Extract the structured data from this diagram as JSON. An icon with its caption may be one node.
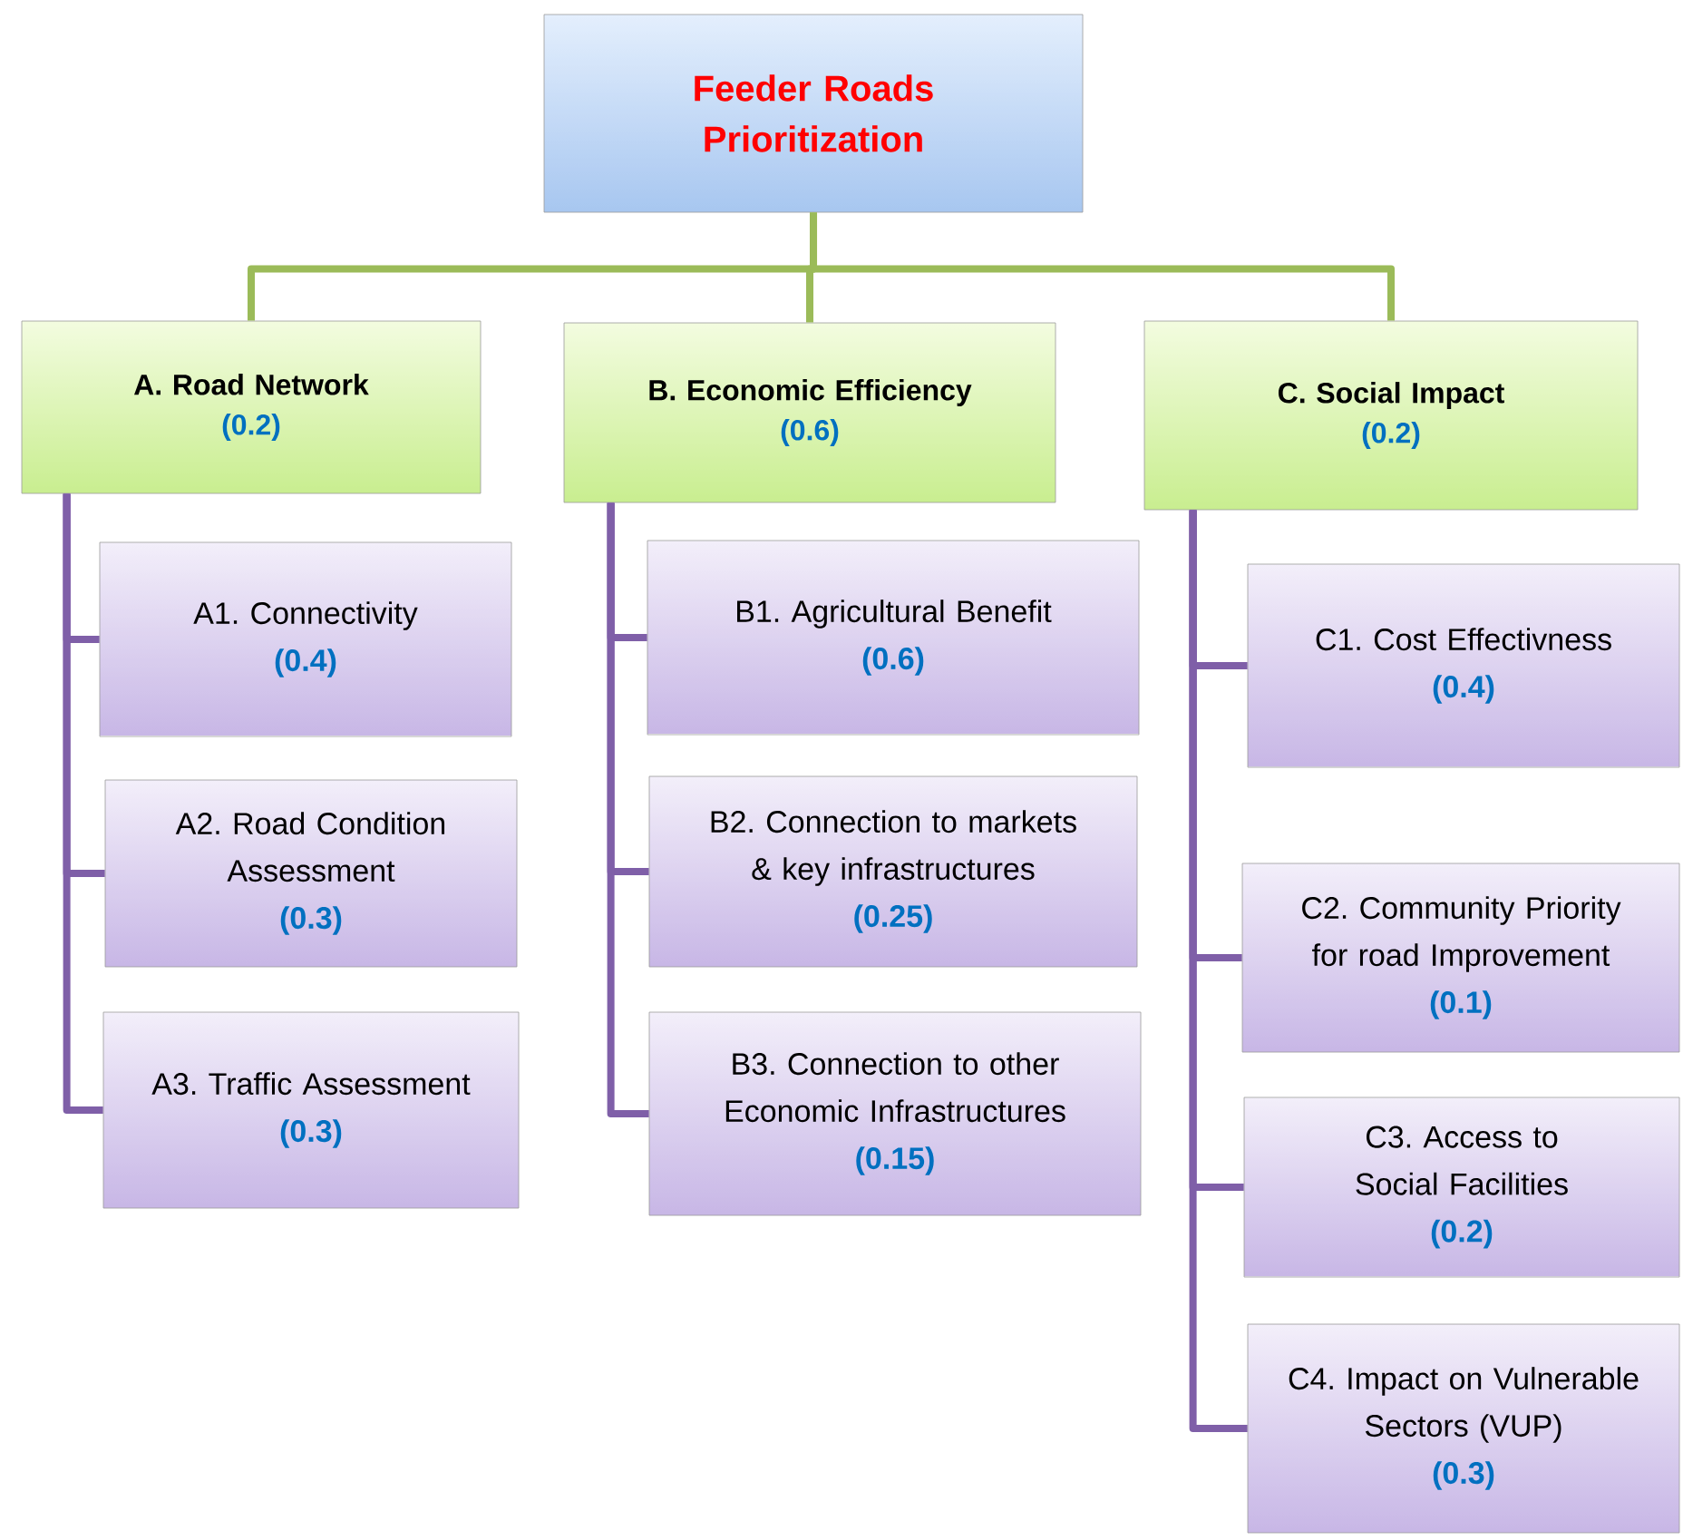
{
  "diagram": {
    "nodes": [
      {
        "text": [
          "Feeder Roads Prioritization"
        ]
      },
      {
        "text": [
          "A. Road Network",
          "(0.2)"
        ]
      },
      {
        "text": [
          "B. Economic Efficiency",
          "(0.6)"
        ]
      },
      {
        "text": [
          "C. Social Impact",
          "(0.2)"
        ]
      },
      {
        "text": [
          "A1. Connectivity",
          "(0.4)"
        ]
      },
      {
        "text": [
          "A2. Road Condition Assessment",
          "(0.3)"
        ]
      },
      {
        "text": [
          "A3. Traffic Assessment",
          "(0.3)"
        ]
      },
      {
        "text": [
          "B1. Agricultural Benefit",
          "(0.6)"
        ]
      },
      {
        "text": [
          "B2. Connection to markets & key infrastructures",
          "(0.25)"
        ]
      },
      {
        "text": [
          "B3. Connection to other Economic Infrastructures",
          "(0.15)"
        ]
      },
      {
        "text": [
          "C1. Cost Effectivness",
          "(0.4)"
        ]
      },
      {
        "text": [
          "C2. Community Priority for road Improvement",
          "(0.1)"
        ]
      },
      {
        "text": [
          "C3. Access to Social Facilities",
          "(0.2)"
        ]
      },
      {
        "text": [
          "C4. Impact on Vulnerable Sectors (VUP)",
          "(0.3)"
        ]
      }
    ],
    "edges": [
      {
        "from": 0,
        "to": 1,
        "arrow": "none",
        "color": "#9bbb59"
      },
      {
        "from": 0,
        "to": 2,
        "arrow": "none",
        "color": "#9bbb59"
      },
      {
        "from": 0,
        "to": 3,
        "arrow": "none",
        "color": "#9bbb59"
      },
      {
        "from": 1,
        "to": 4,
        "arrow": "none",
        "color": "#7f5fa8"
      },
      {
        "from": 1,
        "to": 5,
        "arrow": "none",
        "color": "#7f5fa8"
      },
      {
        "from": 1,
        "to": 6,
        "arrow": "none",
        "color": "#7f5fa8"
      },
      {
        "from": 2,
        "to": 7,
        "arrow": "none",
        "color": "#7f5fa8"
      },
      {
        "from": 2,
        "to": 8,
        "arrow": "none",
        "color": "#7f5fa8"
      },
      {
        "from": 2,
        "to": 9,
        "arrow": "none",
        "color": "#7f5fa8"
      },
      {
        "from": 3,
        "to": 10,
        "arrow": "none",
        "color": "#7f5fa8"
      },
      {
        "from": 3,
        "to": 11,
        "arrow": "none",
        "color": "#7f5fa8"
      },
      {
        "from": 3,
        "to": 12,
        "arrow": "none",
        "color": "#7f5fa8"
      },
      {
        "from": 3,
        "to": 13,
        "arrow": "none",
        "color": "#7f5fa8"
      }
    ]
  }
}
